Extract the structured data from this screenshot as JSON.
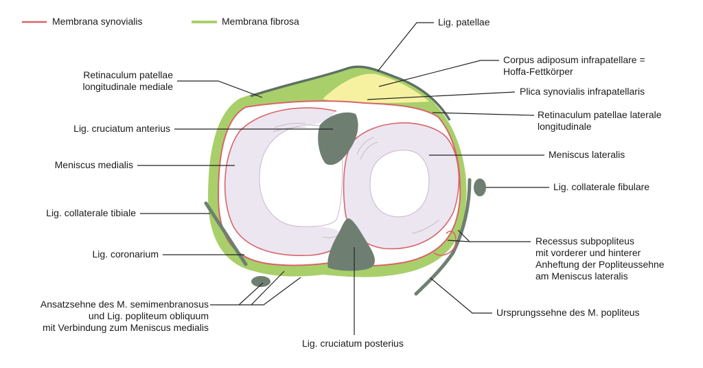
{
  "legend": {
    "synovialis": "Membrana synovialis",
    "fibrosa": "Membrana fibrosa"
  },
  "colors": {
    "synovialis": "#d9636a",
    "fibrosa": "#a9cf6a",
    "fibrosa_dark": "#5e7064",
    "fat_pad": "#f6f1a0",
    "meniscus": "#ece6f0",
    "ligament": "#6e7f72",
    "leader": "#222222"
  },
  "labels": {
    "lig_patellae": "Lig. patellae",
    "corpus_adiposum": "Corpus adiposum infrapatellare =\nHoffa-Fettkörper",
    "plica": "Plica synovialis infrapatellaris",
    "retinaculum_lateral": "Retinaculum patellae laterale\nlongitudinale",
    "meniscus_lateralis": "Meniscus lateralis",
    "lig_coll_fibulare": "Lig. collaterale fibulare",
    "recessus": "Recessus subpopliteus\nmit vorderer und hinterer\nAnheftung der Popliteussehne\nam Meniscus lateralis",
    "ursprungssehne": "Ursprungssehne des M. popliteus",
    "lig_cruc_post": "Lig. cruciatum posterius",
    "ansatzsehne": "Ansatzsehne des M. semimenbranosus\nund Lig. popliteum obliquum\nmit Verbindung zum Meniscus medialis",
    "lig_coronarium": "Lig. coronarium",
    "lig_coll_tibiale": "Lig. collaterale tibiale",
    "meniscus_medialis": "Meniscus medialis",
    "lig_cruc_ant": "Lig. cruciatum anterius",
    "retinaculum_medial": "Retinaculum patellae\nlongitudinale mediale"
  }
}
